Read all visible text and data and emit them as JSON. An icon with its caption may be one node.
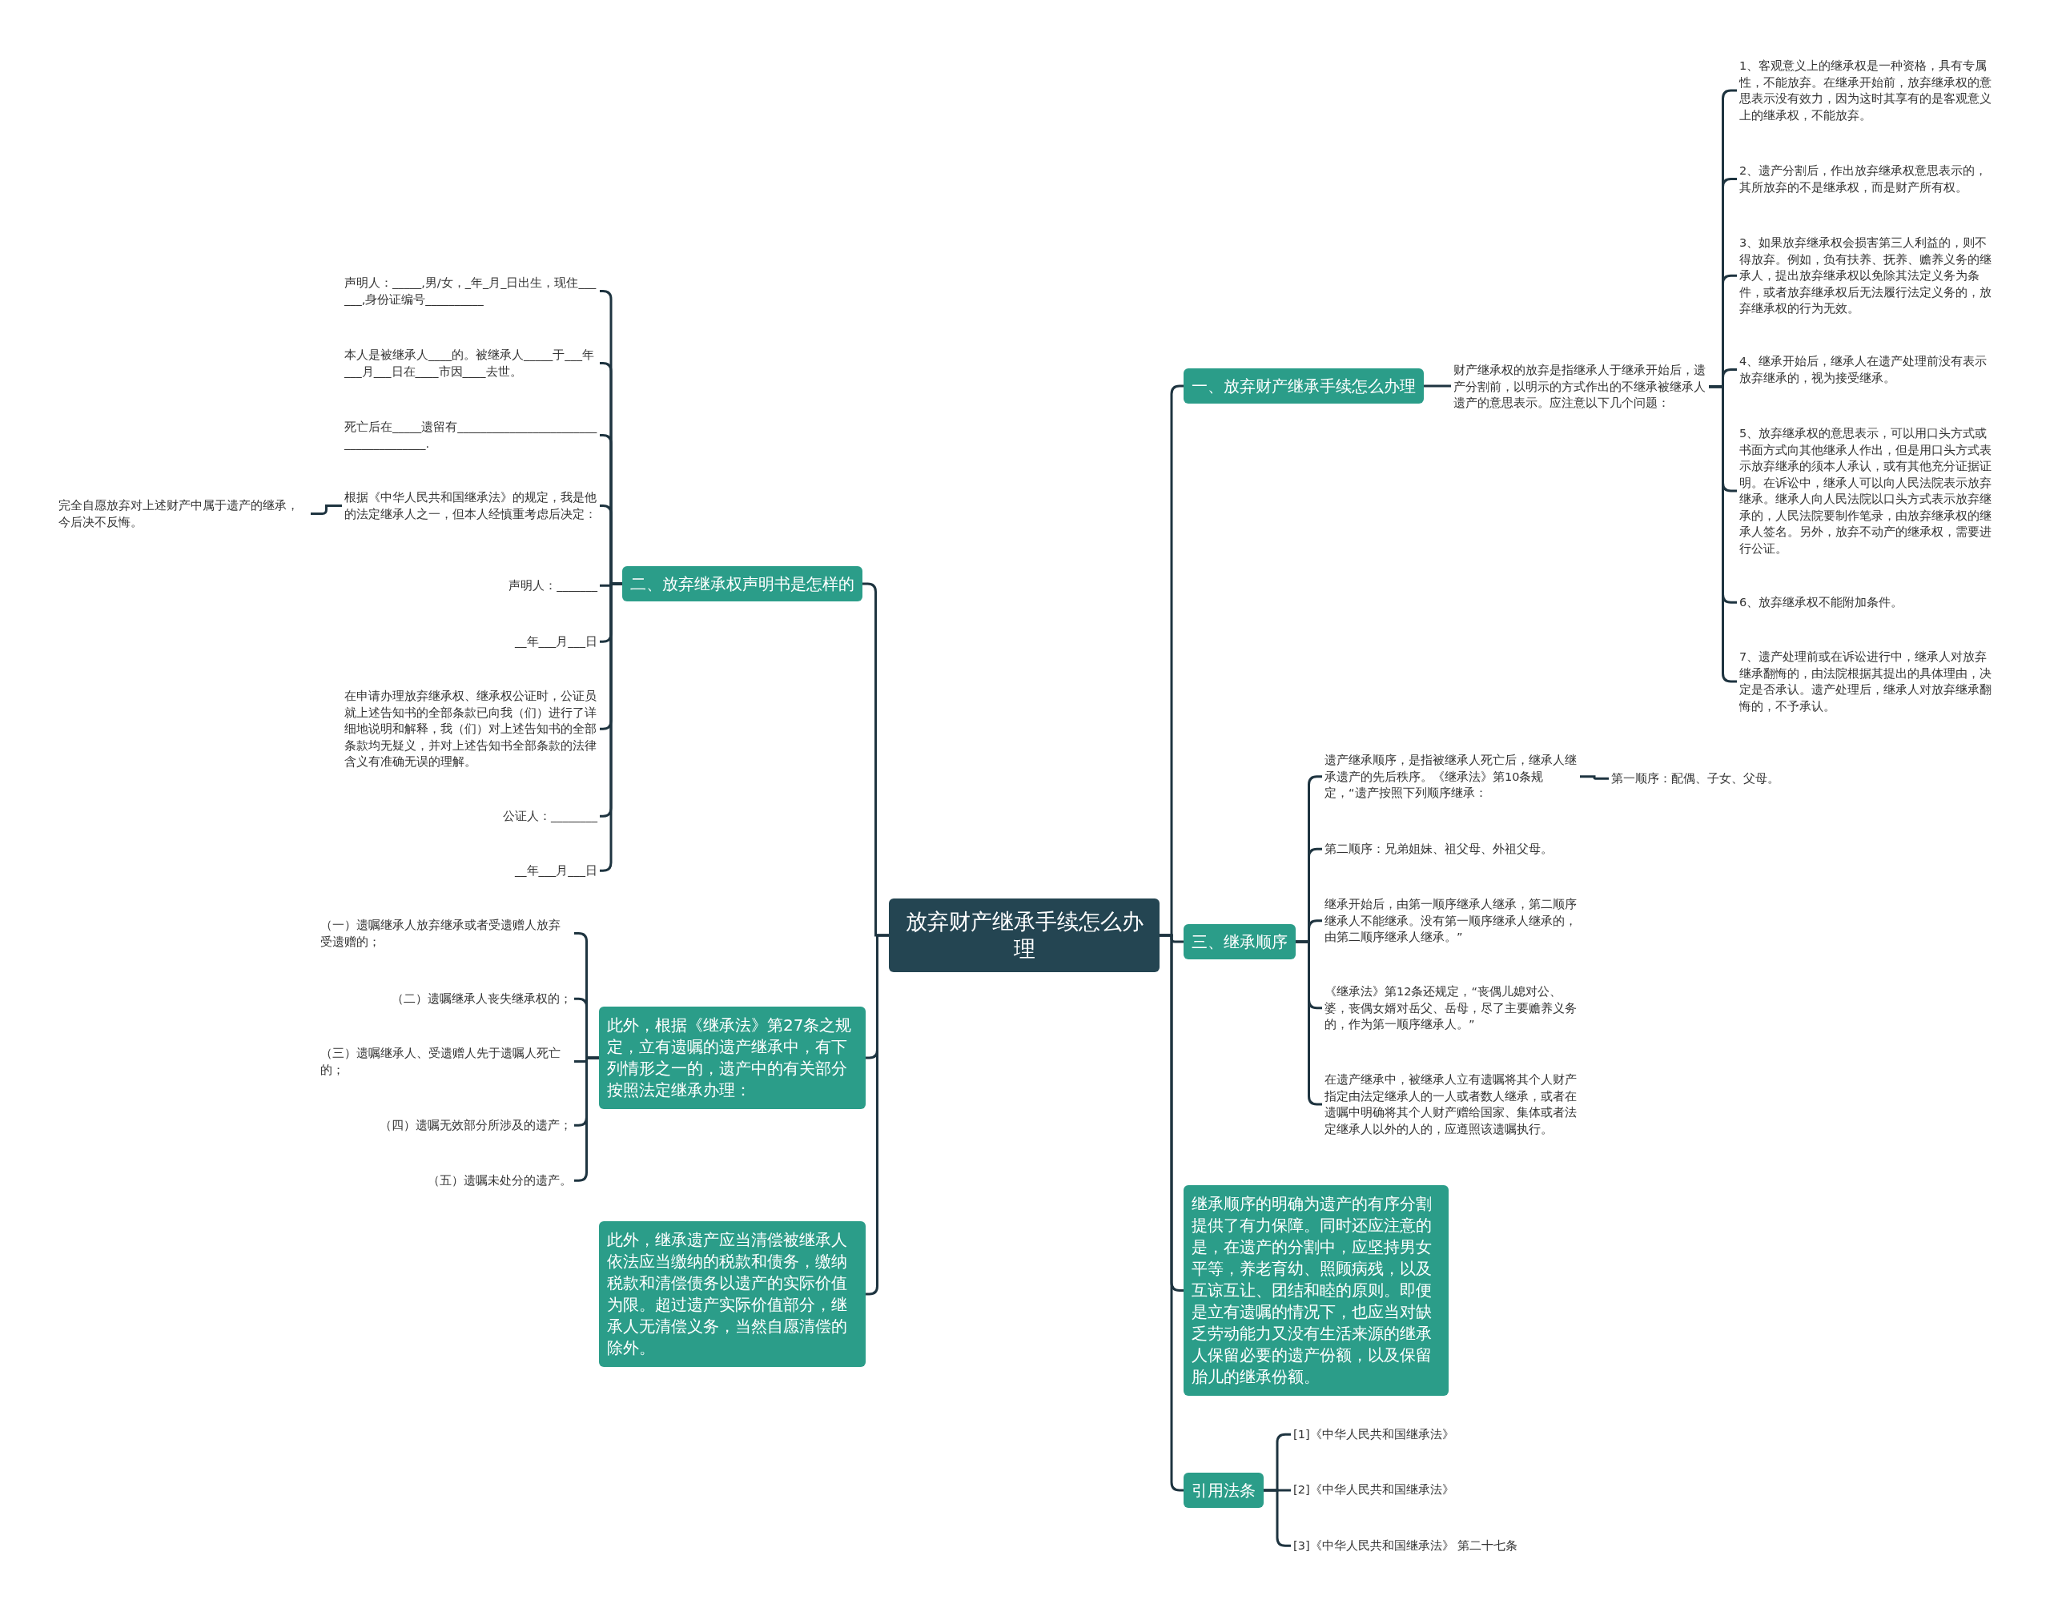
{
  "diagram": {
    "nodes": [
      {
        "text": [
          "放弃财产继承手续怎么办理"
        ]
      },
      {
        "text": [
          "一、放弃财产继承手续怎么办理"
        ]
      },
      {
        "text": [
          "财产继承权的放弃是指继承人于继承开始后，遗产分割前，以明示的方式作出的不继承被继承人遗产的意思表示。应注意以下几个问题："
        ]
      },
      {
        "text": [
          "1、客观意义上的继承权是一种资格，具有专属性，不能放弃。在继承开始前，放弃继承权的意思表示没有效力，因为这时其享有的是客观意义上的继承权，不能放弃。"
        ]
      },
      {
        "text": [
          "2、遗产分割后，作出放弃继承权意思表示的，其所放弃的不是继承权，而是财产所有权。"
        ]
      },
      {
        "text": [
          "3、如果放弃继承权会损害第三人利益的，则不得放弃。例如，负有扶养、抚养、赡养义务的继承人，提出放弃继承权以免除其法定义务为条件，或者放弃继承权后无法履行法定义务的，放弃继承权的行为无效。"
        ]
      },
      {
        "text": [
          "4、继承开始后，继承人在遗产处理前没有表示放弃继承的，视为接受继承。"
        ]
      },
      {
        "text": [
          "5、放弃继承权的意思表示，可以用口头方式或书面方式向其他继承人作出，但是用口头方式表示放弃继承的须本人承认，或有其他充分证据证明。在诉讼中，继承人可以向人民法院表示放弃继承。继承人向人民法院以口头方式表示放弃继承的，人民法院要制作笔录，由放弃继承权的继承人签名。另外，放弃不动产的继承权，需要进行公证。"
        ]
      },
      {
        "text": [
          "6、放弃继承权不能附加条件。"
        ]
      },
      {
        "text": [
          "7、遗产处理前或在诉讼进行中，继承人对放弃继承翻悔的，由法院根据其提出的具体理由，决定是否承认。遗产处理后，继承人对放弃继承翻悔的，不予承认。"
        ]
      },
      {
        "text": [
          "二、放弃继承权声明书是怎样的"
        ]
      },
      {
        "text": [
          "声明人：_____,男/女，_年_月_日出生，现住______,身份证编号__________"
        ]
      },
      {
        "text": [
          "本人是被继承人____的。被继承人_____于___年___月___日在____市因____去世。"
        ]
      },
      {
        "text": [
          "死亡后在_____遗留有______________________________________."
        ]
      },
      {
        "text": [
          "根据《中华人民共和国继承法》的规定，我是他的法定继承人之一，但本人经慎重考虑后决定："
        ]
      },
      {
        "text": [
          "声明人：_______"
        ]
      },
      {
        "text": [
          "__年___月___日"
        ]
      },
      {
        "text": [
          "在申请办理放弃继承权、继承权公证时，公证员就上述告知书的全部条款已向我（们）进行了详细地说明和解释，我（们）对上述告知书的全部条款均无疑义，并对上述告知书全部条款的法律含义有准确无误的理解。"
        ]
      },
      {
        "text": [
          "公证人：________"
        ]
      },
      {
        "text": [
          "__年___月___日"
        ]
      },
      {
        "text": [
          "完全自愿放弃对上述财产中属于遗产的继承，今后决不反悔。"
        ]
      },
      {
        "text": [
          "此外，根据《继承法》第27条之规定，立有遗嘱的遗产继承中，有下列情形之一的，遗产中的有关部分按照法定继承办理："
        ]
      },
      {
        "text": [
          "（一）遗嘱继承人放弃继承或者受遗赠人放弃受遗赠的；"
        ]
      },
      {
        "text": [
          "（二）遗嘱继承人丧失继承权的；"
        ]
      },
      {
        "text": [
          "（三）遗嘱继承人、受遗赠人先于遗嘱人死亡的；"
        ]
      },
      {
        "text": [
          "（四）遗嘱无效部分所涉及的遗产；"
        ]
      },
      {
        "text": [
          "（五）遗嘱未处分的遗产。"
        ]
      },
      {
        "text": [
          "此外，继承遗产应当清偿被继承人依法应当缴纳的税款和债务，缴纳税款和清偿债务以遗产的实际价值为限。超过遗产实际价值部分，继承人无清偿义务，当然自愿清偿的除外。"
        ]
      },
      {
        "text": [
          "三、继承顺序"
        ]
      },
      {
        "text": [
          "遗产继承顺序，是指被继承人死亡后，继承人继承遗产的先后秩序。《继承法》第10条规定，“遗产按照下列顺序继承："
        ]
      },
      {
        "text": [
          "第一顺序：配偶、子女、父母。"
        ]
      },
      {
        "text": [
          "第二顺序：兄弟姐妹、祖父母、外祖父母。"
        ]
      },
      {
        "text": [
          "继承开始后，由第一顺序继承人继承，第二顺序继承人不能继承。没有第一顺序继承人继承的，由第二顺序继承人继承。”"
        ]
      },
      {
        "text": [
          "《继承法》第12条还规定，“丧偶儿媳对公、婆，丧偶女婿对岳父、岳母，尽了主要赡养义务的，作为第一顺序继承人。”"
        ]
      },
      {
        "text": [
          "在遗产继承中，被继承人立有遗嘱将其个人财产指定由法定继承人的一人或者数人继承，或者在遗嘱中明确将其个人财产赠给国家、集体或者法定继承人以外的人的，应遵照该遗嘱执行。"
        ]
      },
      {
        "text": [
          "继承顺序的明确为遗产的有序分割提供了有力保障。同时还应注意的是，在遗产的分割中，应坚持男女平等，养老育幼、照顾病残，以及互谅互让、团结和睦的原则。即便是立有遗嘱的情况下，也应当对缺乏劳动能力又没有生活来源的继承人保留必要的遗产份额，以及保留胎儿的继承份额。"
        ]
      },
      {
        "text": [
          "引用法条"
        ]
      },
      {
        "text": [
          "[1]《中华人民共和国继承法》"
        ]
      },
      {
        "text": [
          "[2]《中华人民共和国继承法》"
        ]
      },
      {
        "text": [
          "[3]《中华人民共和国继承法》 第二十七条"
        ]
      }
    ],
    "edges": [
      {
        "from": 0,
        "to": 1,
        "arrow": "none"
      },
      {
        "from": 1,
        "to": 2,
        "arrow": "none"
      },
      {
        "from": 2,
        "to": 3,
        "arrow": "none"
      },
      {
        "from": 2,
        "to": 4,
        "arrow": "none"
      },
      {
        "from": 2,
        "to": 5,
        "arrow": "none"
      },
      {
        "from": 2,
        "to": 6,
        "arrow": "none"
      },
      {
        "from": 2,
        "to": 7,
        "arrow": "none"
      },
      {
        "from": 2,
        "to": 8,
        "arrow": "none"
      },
      {
        "from": 2,
        "to": 9,
        "arrow": "none"
      },
      {
        "from": 0,
        "to": 10,
        "arrow": "none"
      },
      {
        "from": 10,
        "to": 11,
        "arrow": "none"
      },
      {
        "from": 10,
        "to": 12,
        "arrow": "none"
      },
      {
        "from": 10,
        "to": 13,
        "arrow": "none"
      },
      {
        "from": 10,
        "to": 14,
        "arrow": "none"
      },
      {
        "from": 10,
        "to": 15,
        "arrow": "none"
      },
      {
        "from": 10,
        "to": 16,
        "arrow": "none"
      },
      {
        "from": 10,
        "to": 17,
        "arrow": "none"
      },
      {
        "from": 10,
        "to": 18,
        "arrow": "none"
      },
      {
        "from": 10,
        "to": 19,
        "arrow": "none"
      },
      {
        "from": 14,
        "to": 20,
        "arrow": "none"
      },
      {
        "from": 0,
        "to": 21,
        "arrow": "none"
      },
      {
        "from": 21,
        "to": 22,
        "arrow": "none"
      },
      {
        "from": 21,
        "to": 23,
        "arrow": "none"
      },
      {
        "from": 21,
        "to": 24,
        "arrow": "none"
      },
      {
        "from": 21,
        "to": 25,
        "arrow": "none"
      },
      {
        "from": 21,
        "to": 26,
        "arrow": "none"
      },
      {
        "from": 0,
        "to": 27,
        "arrow": "none"
      },
      {
        "from": 0,
        "to": 28,
        "arrow": "none"
      },
      {
        "from": 28,
        "to": 29,
        "arrow": "none"
      },
      {
        "from": 29,
        "to": 30,
        "arrow": "none"
      },
      {
        "from": 28,
        "to": 31,
        "arrow": "none"
      },
      {
        "from": 28,
        "to": 32,
        "arrow": "none"
      },
      {
        "from": 28,
        "to": 33,
        "arrow": "none"
      },
      {
        "from": 28,
        "to": 34,
        "arrow": "none"
      },
      {
        "from": 0,
        "to": 35,
        "arrow": "none"
      },
      {
        "from": 0,
        "to": 36,
        "arrow": "none"
      },
      {
        "from": 36,
        "to": 37,
        "arrow": "none"
      },
      {
        "from": 36,
        "to": 38,
        "arrow": "none"
      },
      {
        "from": 36,
        "to": 39,
        "arrow": "none"
      }
    ]
  }
}
